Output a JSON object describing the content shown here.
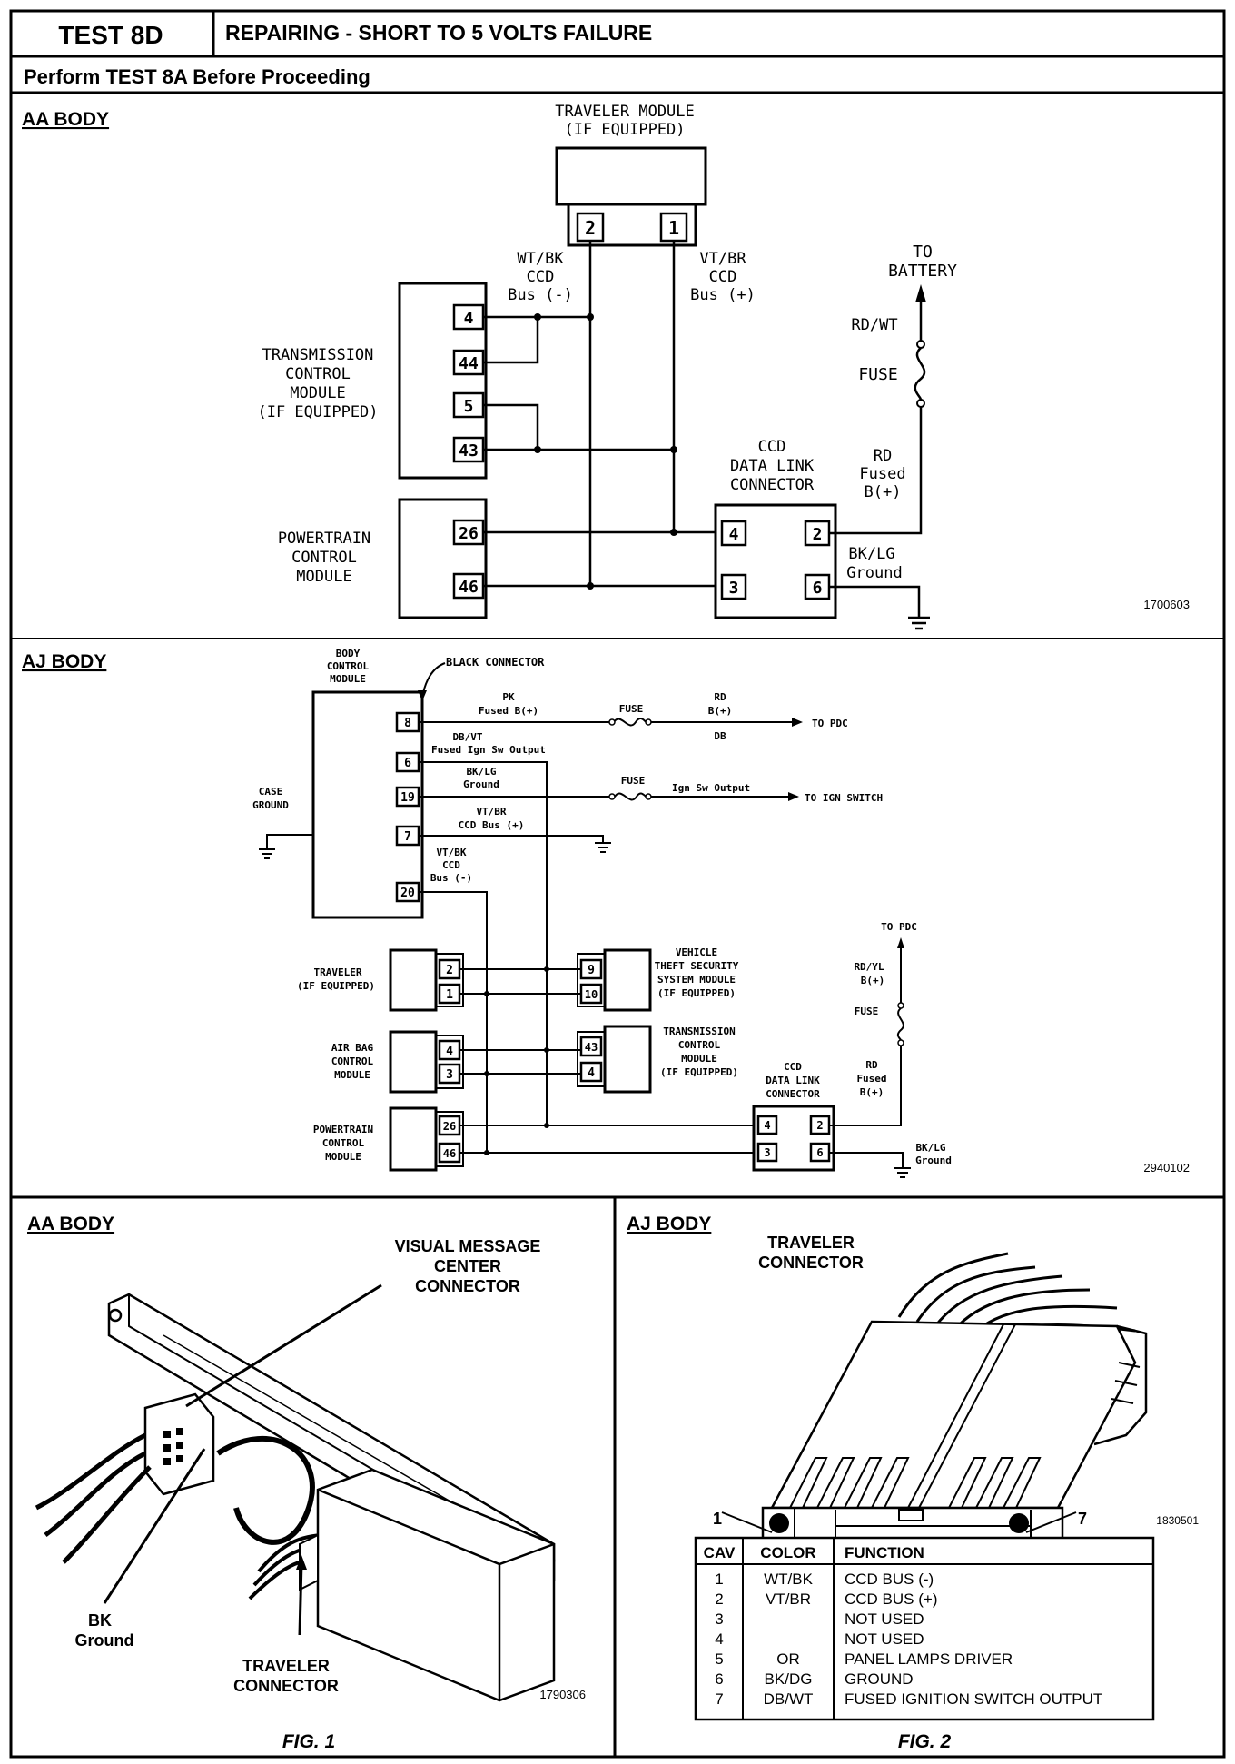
{
  "header": {
    "test_id": "TEST 8D",
    "title": "REPAIRING - SHORT TO 5 VOLTS FAILURE",
    "subheader": "Perform TEST 8A Before Proceeding"
  },
  "aa_schematic": {
    "section_label": "AA BODY",
    "traveler_title_1": "TRAVELER MODULE",
    "traveler_title_2": "(IF EQUIPPED)",
    "traveler_pins": [
      "2",
      "1"
    ],
    "wire_minus_1": "WT/BK",
    "wire_minus_2": "CCD",
    "wire_minus_3": "Bus (-)",
    "wire_plus_1": "VT/BR",
    "wire_plus_2": "CCD",
    "wire_plus_3": "Bus (+)",
    "tcm_1": "TRANSMISSION",
    "tcm_2": "CONTROL",
    "tcm_3": "MODULE",
    "tcm_4": "(IF EQUIPPED)",
    "tcm_pins": [
      "4",
      "44",
      "5",
      "43"
    ],
    "pcm_1": "POWERTRAIN",
    "pcm_2": "CONTROL",
    "pcm_3": "MODULE",
    "pcm_pins": [
      "26",
      "46"
    ],
    "dlc_1": "CCD",
    "dlc_2": "DATA LINK",
    "dlc_3": "CONNECTOR",
    "dlc_pins": [
      "4",
      "2",
      "3",
      "6"
    ],
    "battery_1": "TO",
    "battery_2": "BATTERY",
    "rdwt": "RD/WT",
    "fuse": "FUSE",
    "rd_1": "RD",
    "rd_2": "Fused",
    "rd_3": "B(+)",
    "bklg_1": "BK/LG",
    "bklg_2": "Ground",
    "figure_number": "1700603"
  },
  "aj_schematic": {
    "section_label": "AJ BODY",
    "bcm_1": "BODY",
    "bcm_2": "CONTROL",
    "bcm_3": "MODULE",
    "black_connector": "BLACK CONNECTOR",
    "bcm_pins": [
      "8",
      "6",
      "19",
      "7",
      "20"
    ],
    "pk_1": "PK",
    "pk_2": "Fused B(+)",
    "fuse_1": "FUSE",
    "rd_b_1": "RD",
    "rd_b_2": "B(+)",
    "db": "DB",
    "to_pdc_1": "TO PDC",
    "dbvt_1": "DB/VT",
    "dbvt_2": "Fused Ign Sw Output",
    "bklg_1": "BK/LG",
    "bklg_2": "Ground",
    "fuse_2": "FUSE",
    "ign_output": "Ign Sw Output",
    "to_ign": "TO IGN SWITCH",
    "case_ground_1": "CASE",
    "case_ground_2": "GROUND",
    "vtbr_1": "VT/BR",
    "vtbr_2": "CCD Bus (+)",
    "vtbk_1": "VT/BK",
    "vtbk_2": "CCD",
    "vtbk_3": "Bus (-)",
    "traveler_1": "TRAVELER",
    "traveler_2": "(IF EQUIPPED)",
    "traveler_pins": [
      "2",
      "1"
    ],
    "airbag_1": "AIR BAG",
    "airbag_2": "CONTROL",
    "airbag_3": "MODULE",
    "airbag_pins": [
      "4",
      "3"
    ],
    "pcm_1": "POWERTRAIN",
    "pcm_2": "CONTROL",
    "pcm_3": "MODULE",
    "pcm_pins": [
      "26",
      "46"
    ],
    "vtss_1": "VEHICLE",
    "vtss_2": "THEFT SECURITY",
    "vtss_3": "SYSTEM MODULE",
    "vtss_4": "(IF EQUIPPED)",
    "vtss_pins": [
      "9",
      "10"
    ],
    "tcm_1": "TRANSMISSION",
    "tcm_2": "CONTROL",
    "tcm_3": "MODULE",
    "tcm_4": "(IF EQUIPPED)",
    "tcm_pins": [
      "43",
      "4"
    ],
    "dlc_1": "CCD",
    "dlc_2": "DATA LINK",
    "dlc_3": "CONNECTOR",
    "dlc_pins": [
      "4",
      "2",
      "3",
      "6"
    ],
    "to_pdc_2": "TO PDC",
    "rdyl_1": "RD/YL",
    "rdyl_2": "B(+)",
    "fuse_3": "FUSE",
    "rd_f_1": "RD",
    "rd_f_2": "Fused",
    "rd_f_3": "B(+)",
    "bklg_g_1": "BK/LG",
    "bklg_g_2": "Ground",
    "figure_number": "2940102"
  },
  "fig1": {
    "section_label": "AA BODY",
    "vmc_1": "VISUAL MESSAGE",
    "vmc_2": "CENTER",
    "vmc_3": "CONNECTOR",
    "bk_1": "BK",
    "bk_2": "Ground",
    "trav_1": "TRAVELER",
    "trav_2": "CONNECTOR",
    "figure_number": "1790306",
    "caption": "FIG. 1"
  },
  "fig2": {
    "section_label": "AJ BODY",
    "trav_1": "TRAVELER",
    "trav_2": "CONNECTOR",
    "cav_left": "1",
    "cav_right": "7",
    "figure_number": "1830501",
    "caption": "FIG. 2",
    "table": {
      "headers": [
        "CAV",
        "COLOR",
        "FUNCTION"
      ],
      "rows": [
        [
          "1",
          "WT/BK",
          "CCD BUS (-)"
        ],
        [
          "2",
          "VT/BR",
          "CCD BUS (+)"
        ],
        [
          "3",
          "",
          "NOT USED"
        ],
        [
          "4",
          "",
          "NOT USED"
        ],
        [
          "5",
          "OR",
          "PANEL LAMPS DRIVER"
        ],
        [
          "6",
          "BK/DG",
          "GROUND"
        ],
        [
          "7",
          "DB/WT",
          "FUSED IGNITION SWITCH OUTPUT"
        ]
      ]
    }
  }
}
